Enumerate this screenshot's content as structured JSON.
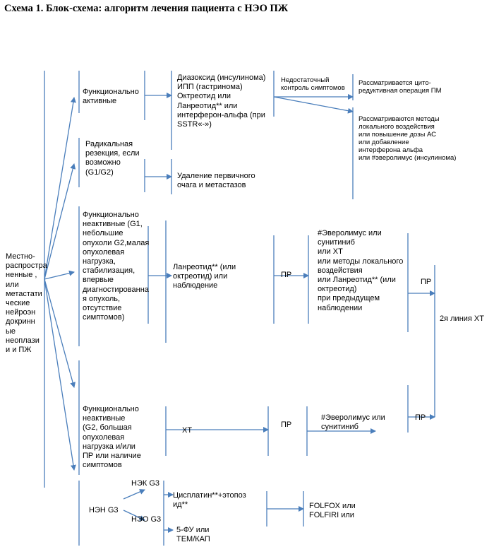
{
  "title": "Схема 1. Блок-схема: алгоритм лечения пациента с НЭО ПЖ",
  "nodes": {
    "start": [
      "Местно-",
      "распростра",
      "ненные ,",
      "или",
      "метастати",
      "ческие",
      "нейроэн",
      "докринн",
      "ые",
      "неоплази",
      "и и ПЖ"
    ],
    "func_active": [
      "Функционально",
      "активные"
    ],
    "func_active_tx": [
      "Диазоксид (инсулинома)",
      "ИПП (гастринома)",
      "Октреотид или",
      "Ланреотид** или",
      "интерферон-альфа (при",
      "SSTR«-»)"
    ],
    "insufficient_control": [
      "Недостаточный",
      "контроль симптомов"
    ],
    "cytoreductive": [
      "Рассматривается цито-",
      "редуктивная операция ПМ"
    ],
    "local_methods": [
      "Рассматриваются методы",
      "локального воздействия",
      "или повышение дозы АС",
      "или добавление",
      "интерферона альфа",
      "или #эверолимус (инсулинома)"
    ],
    "radical": [
      "Радикальная",
      "резекция, если",
      "возможно",
      "(G1/G2)"
    ],
    "radical_tx": [
      "Удаление первичного",
      "очага и метастазов"
    ],
    "func_inactive_g1": [
      "Функционально",
      "неактивные (G1,",
      "небольшие",
      "опухоли G2,малая",
      "опухолевая",
      "нагрузка,",
      "стабилизация,",
      "впервые",
      "диагностированна",
      "я опухоль,",
      "отсутствие",
      "симптомов)"
    ],
    "g1_tx": [
      "Ланреотид** (или",
      "октреотид) или",
      "наблюдение"
    ],
    "pr_1": "ПР",
    "g1_next": [
      "#Эверолимус или",
      "сунитиниб",
      "или ХТ",
      "или методы локального",
      "воздействия",
      "или Ланреотид** (или",
      "октреотид)",
      "при предыдущем",
      "наблюдении"
    ],
    "pr_right_top": "ПР",
    "second_line": "2я линия ХТ",
    "func_inactive_g2": [
      "Функционально",
      "неактивные",
      "(G2, большая",
      "опухолевая",
      "нагрузка и/или",
      "ПР или наличие",
      "симптомов"
    ],
    "g2_tx": "ХТ",
    "pr_2": "ПР",
    "g2_next": [
      "#Эверолимус или",
      "сунитиниб"
    ],
    "pr_right_bottom": "ПР",
    "nen_g3": "НЭН G3",
    "nek_g3": "НЭК G3",
    "neo_g3": "НЭО G3",
    "cisplatin": [
      "Цисплатин**+этопоз",
      "ид**"
    ],
    "fu": [
      "5-ФУ или",
      "ТЕМ/КАП"
    ],
    "folfox": [
      "FOLFOX или",
      "FOLFIRI или"
    ]
  }
}
